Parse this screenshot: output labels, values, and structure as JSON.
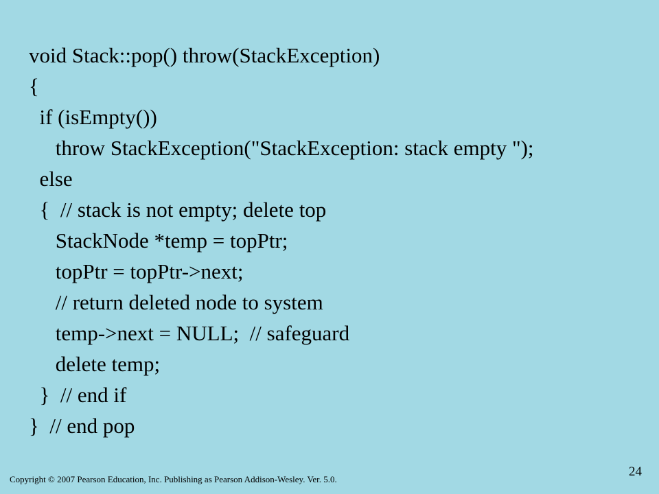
{
  "slide": {
    "code_lines": [
      "void Stack::pop() throw(StackException)",
      "{",
      "  if (isEmpty())",
      "     throw StackException(\"StackException: stack empty \");",
      "  else",
      "  {  // stack is not empty; delete top",
      "     StackNode *temp = topPtr;",
      "     topPtr = topPtr->next;",
      "     // return deleted node to system",
      "     temp->next = NULL;  // safeguard",
      "     delete temp;",
      "  }  // end if",
      "}  // end pop"
    ],
    "copyright": "Copyright © 2007 Pearson Education, Inc. Publishing as Pearson Addison-Wesley. Ver. 5.0.",
    "page_number": "24"
  }
}
